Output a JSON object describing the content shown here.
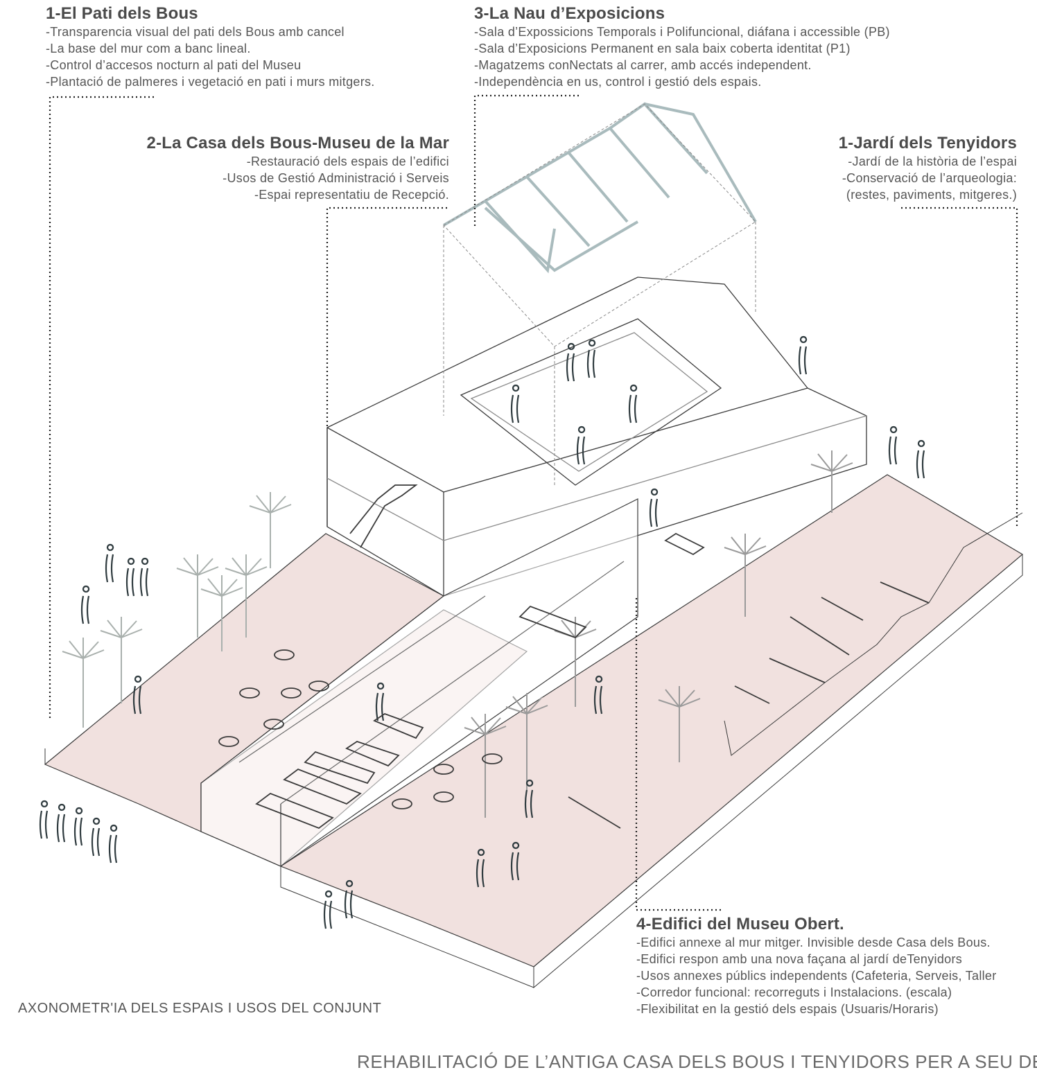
{
  "blocks": {
    "pati": {
      "title": "1-El Pati dels Bous",
      "lines": [
        "-Transparencia visual del pati dels Bous amb cancel",
        "-La base del mur com a banc lineal.",
        "-Control d’accesos nocturn al pati del Museu",
        "-Plantació de palmeres i vegetació en pati i murs mitgers."
      ]
    },
    "nau": {
      "title": "3-La Nau d’Exposicions",
      "lines": [
        "-Sala d’Expossicions Temporals i Polifuncional, diáfana i accessible (PB)",
        "-Sala d’Exposicions Permanent en sala baix coberta identitat (P1)",
        "-Magatzems conNectats al carrer, amb accés independent.",
        "-Independència en us, control i gestió dels espais."
      ]
    },
    "casa": {
      "title": "2-La Casa dels Bous-Museu de la Mar",
      "lines": [
        "-Restauració dels espais de l’edifici",
        "-Usos de Gestió Administració i Serveis",
        "-Espai representatiu de Recepció."
      ]
    },
    "jardi": {
      "title": "1-Jardí dels Tenyidors",
      "lines": [
        "-Jardí de la història de l’espai",
        "-Conservació de l’arqueologia:",
        "(restes, paviments, mitgeres.)"
      ]
    },
    "edifici": {
      "title": "4-Edifici del Museu Obert.",
      "lines": [
        "-Edifici annexe al mur mitger. Invisible desde Casa dels Bous.",
        "-Edifici respon amb una nova façana al jardí deTenyidors",
        "-Usos annexes públics independents (Cafeteria, Serveis, Taller",
        "-Corredor funcional: recorreguts i Instalacions. (escala)",
        "-Flexibilitat en la gestió dels espais (Usuaris/Horaris)"
      ]
    }
  },
  "footer": {
    "caption": "AXONOMETR'IA DELS ESPAIS I  USOS DEL CONJUNT",
    "project_title": "REHABILITACIÓ DE L’ANTIGA CASA DELS BOUS I TENYIDORS PER A SEU DEL"
  },
  "colors": {
    "ground_pink": "#f1e1df",
    "line": "#3a3a3a",
    "figure": "#2f3b3f",
    "vegetation": "#a9b0ad",
    "roof_truss": "#a9bbbd"
  }
}
